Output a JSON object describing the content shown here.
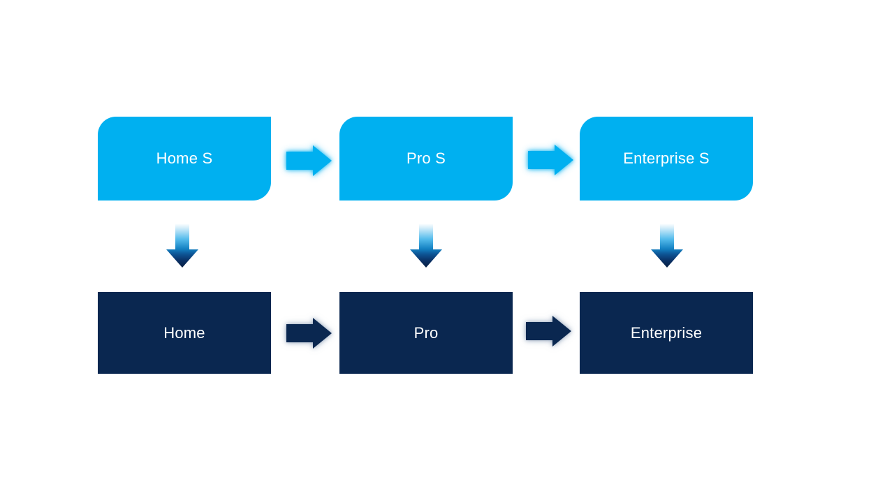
{
  "slide": {
    "background": "#FFFFFF",
    "diagram": {
      "type": "upgrade-flow",
      "columns": [
        {
          "top": {
            "label": "Home S"
          },
          "bottom": {
            "label": "Home"
          }
        },
        {
          "top": {
            "label": "Pro S"
          },
          "bottom": {
            "label": "Pro"
          }
        },
        {
          "top": {
            "label": "Enterprise S"
          },
          "bottom": {
            "label": "Enterprise"
          }
        }
      ],
      "edges": [
        {
          "from": "Home S",
          "to": "Pro S",
          "direction": "right"
        },
        {
          "from": "Pro S",
          "to": "Enterprise S",
          "direction": "right"
        },
        {
          "from": "Home",
          "to": "Pro",
          "direction": "right"
        },
        {
          "from": "Pro",
          "to": "Enterprise",
          "direction": "right"
        },
        {
          "from": "Home S",
          "to": "Home",
          "direction": "down"
        },
        {
          "from": "Pro S",
          "to": "Pro",
          "direction": "down"
        },
        {
          "from": "Enterprise S",
          "to": "Enterprise",
          "direction": "down"
        }
      ]
    },
    "colors": {
      "background": "#FFFFFF",
      "top_box_fill": "#00B0F0",
      "bottom_box_fill": "#0A2750",
      "box_text": "#FFFFFF",
      "top_arrow_fill": "#00B0F0",
      "bottom_arrow_fill": "#0A2750",
      "dg_0": "#FEFFFF",
      "dg_1": "#D3EDFA",
      "dg_2": "#56BCEC",
      "dg_3": "#1380C1",
      "dg_4": "#0D5393",
      "dg_5": "#0A2F63",
      "dg_6": "#071F42"
    }
  }
}
